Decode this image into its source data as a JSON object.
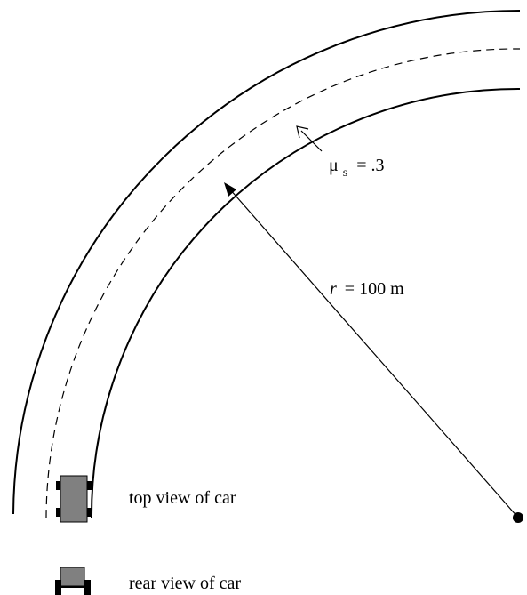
{
  "diagram": {
    "friction_label": {
      "symbol": "μ",
      "subscript": "s",
      "value": "= .3"
    },
    "radius_label": {
      "symbol": "r",
      "value": "= 100 m"
    },
    "top_view_label": "top view of car",
    "rear_view_label": "rear view of car",
    "colors": {
      "line": "#000000",
      "car_body": "#808080",
      "wheel": "#000000",
      "background": "#ffffff"
    }
  }
}
